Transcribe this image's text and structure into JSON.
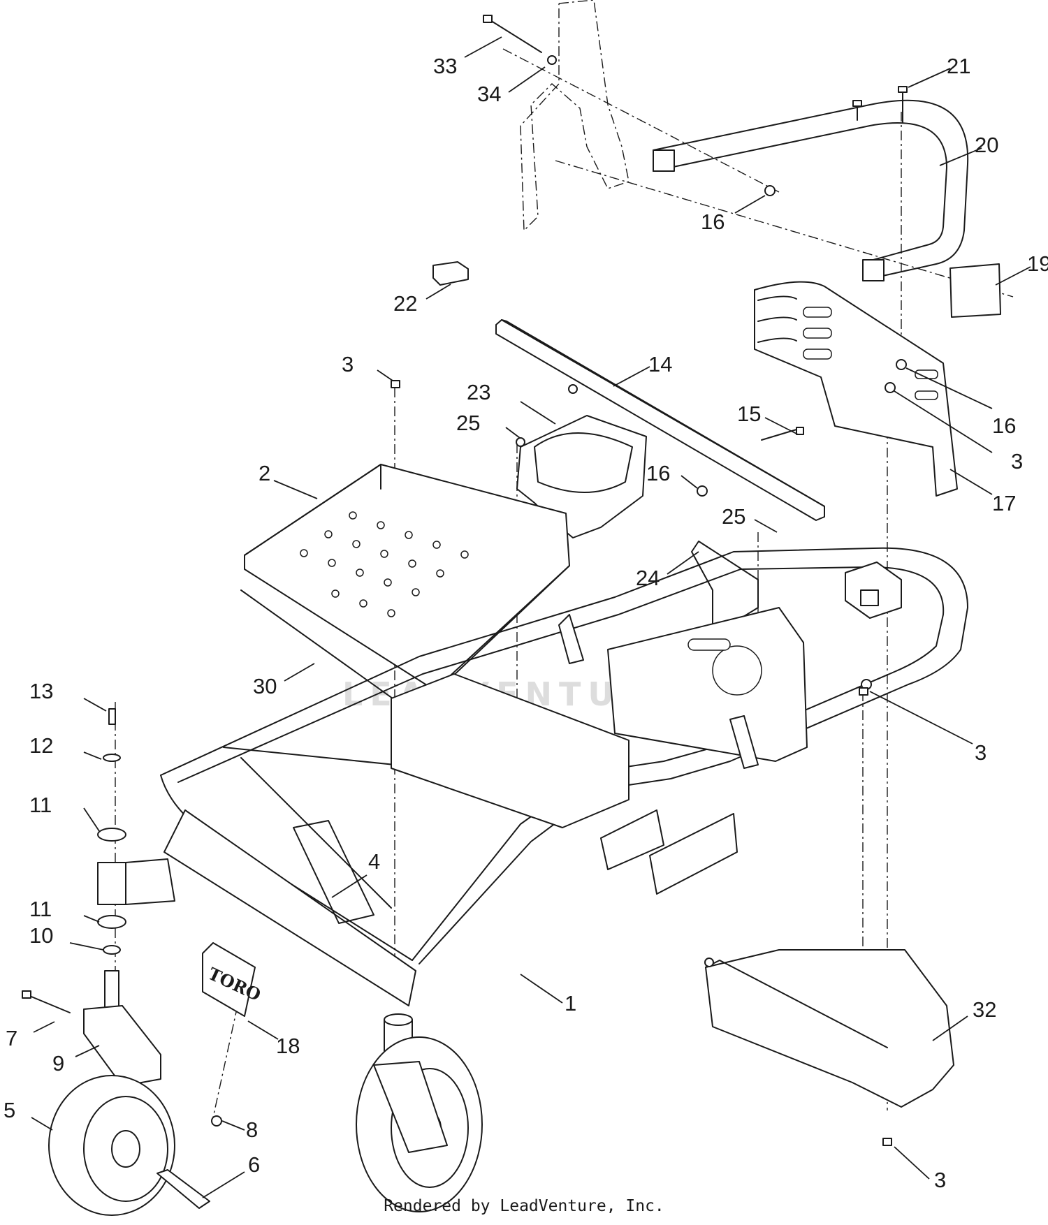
{
  "diagram": {
    "callouts": {
      "c33": "33",
      "c34": "34",
      "c21": "21",
      "c20": "20",
      "c16a": "16",
      "c22": "22",
      "c19": "19",
      "c3a": "3",
      "c14": "14",
      "c23": "23",
      "c25a": "25",
      "c15": "15",
      "c16b": "16",
      "c3b": "3",
      "c2": "2",
      "c16c": "16",
      "c17": "17",
      "c25b": "25",
      "c24": "24",
      "c30": "30",
      "c13": "13",
      "c3c": "3",
      "c12": "12",
      "c11a": "11",
      "c4": "4",
      "c11b": "11",
      "c10": "10",
      "c1": "1",
      "c32": "32",
      "c7": "7",
      "c18": "18",
      "c9": "9",
      "c5": "5",
      "c8": "8",
      "c6": "6",
      "c3d": "3"
    },
    "logo_text": "TORO",
    "watermark": "LEADVENTURE",
    "footer": "Rendered by LeadVenture, Inc."
  },
  "colors": {
    "line": "#1a1a1a",
    "background": "#ffffff",
    "watermark": "#dddddd"
  }
}
